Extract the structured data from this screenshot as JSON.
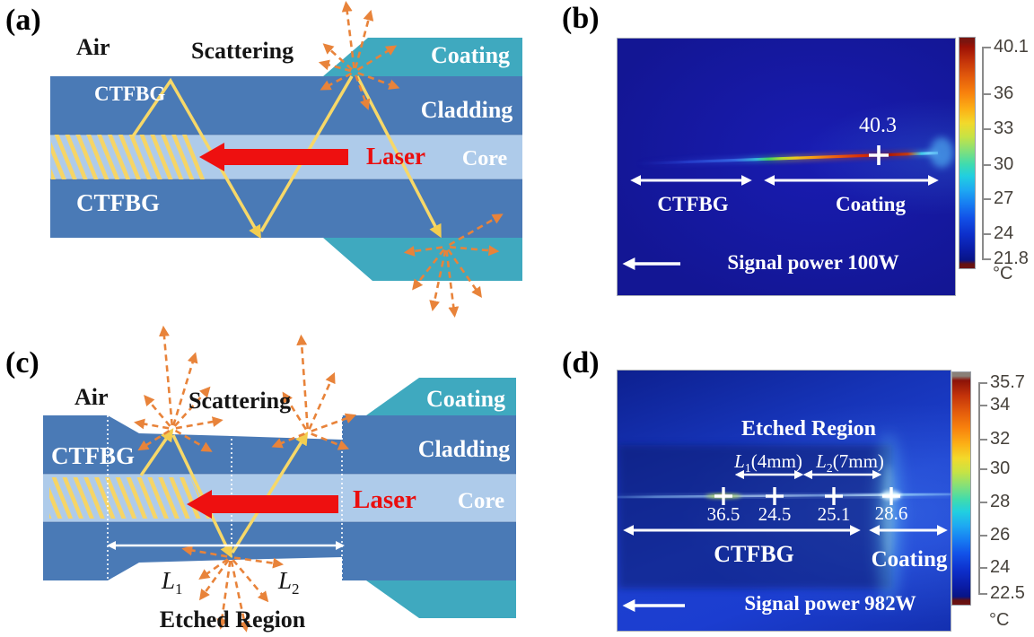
{
  "figure": {
    "panel_a": {
      "tag": "(a)",
      "air": "Air",
      "scattering": "Scattering",
      "coating": "Coating",
      "cladding": "Cladding",
      "core": "Core",
      "laser": "Laser",
      "ctfbg_top": "CTFBG",
      "ctfbg_bottom": "CTFBG"
    },
    "panel_b": {
      "tag": "(b)",
      "peak_temp": "40.3",
      "ctfbg": "CTFBG",
      "coating": "Coating",
      "caption": "Signal power 100W",
      "colorbar": {
        "unit": "°C",
        "ticks": [
          "40.1",
          "36",
          "33",
          "30",
          "27",
          "24",
          "21.8"
        ]
      }
    },
    "panel_c": {
      "tag": "(c)",
      "air": "Air",
      "scattering": "Scattering",
      "coating": "Coating",
      "cladding": "Cladding",
      "core": "Core",
      "laser": "Laser",
      "ctfbg": "CTFBG",
      "l1": {
        "base": "L",
        "sub": "1"
      },
      "l2": {
        "base": "L",
        "sub": "2"
      },
      "etched": "Etched Region"
    },
    "panel_d": {
      "tag": "(d)",
      "etched": "Etched Region",
      "l1": {
        "base": "L",
        "sub": "1",
        "rest": "(4mm)"
      },
      "l2": {
        "base": "L",
        "sub": "2",
        "rest": "(7mm)"
      },
      "temps": [
        "36.5",
        "24.5",
        "25.1",
        "28.6"
      ],
      "ctfbg": "CTFBG",
      "coating": "Coating",
      "caption": "Signal power 982W",
      "colorbar": {
        "unit": "°C",
        "ticks": [
          "35.7",
          "34",
          "32",
          "30",
          "28",
          "26",
          "24",
          "22.5"
        ]
      }
    },
    "colors": {
      "cladding_blue": "#4a7ab6",
      "core_light_blue": "#aecbea",
      "coating_teal": "#3fa9bf",
      "grating_yellow": "#f6d566",
      "ray_yellow": "#f7d868",
      "scatter_orange": "#e8833a",
      "laser_red": "#ee1010",
      "thermal_blue_b": "#1517a5",
      "thermal_blue_d": "#1b3bc8"
    }
  }
}
